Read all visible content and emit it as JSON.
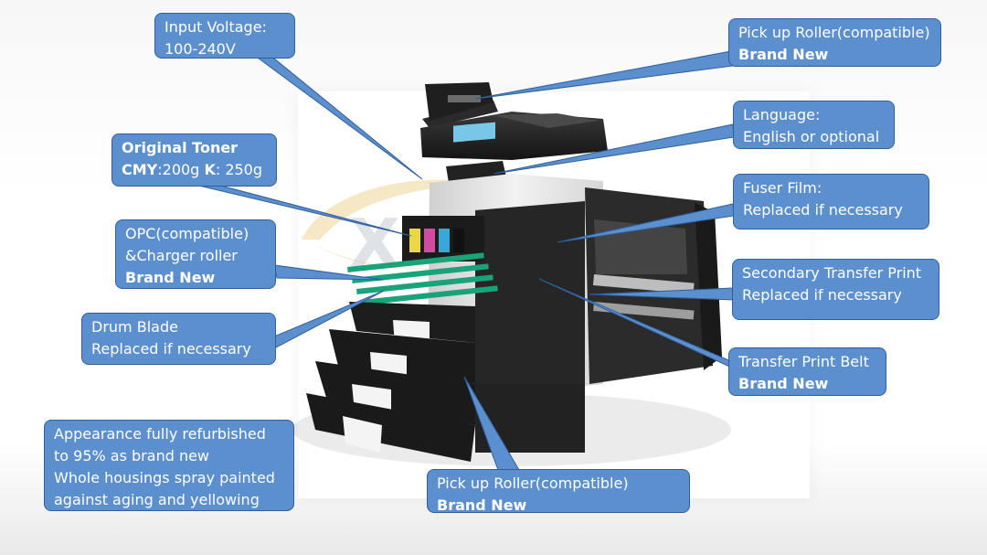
{
  "watermark": {
    "text": "XIN IN"
  },
  "colors": {
    "callout_fill": "#5b8fce",
    "callout_border": "#2f5f9c",
    "callout_text": "#ffffff",
    "machine_body": "#e8e8e8",
    "machine_dark": "#1c1c1c"
  },
  "callouts": {
    "input_voltage": {
      "line1": "Input Voltage:",
      "line2": "100-240V"
    },
    "pickup_roller_top": {
      "line1": "Pick up Roller(compatible)",
      "line2": "Brand New"
    },
    "language": {
      "line1": "Language:",
      "line2": "English or optional"
    },
    "original_toner": {
      "line1": "Original Toner",
      "cmy_label": "CMY",
      "cmy_value": ":200g",
      "k_label": "K",
      "k_value": ": 250g"
    },
    "fuser_film": {
      "line1": "Fuser Film:",
      "line2": "Replaced if necessary"
    },
    "opc": {
      "line1": "OPC(compatible)",
      "line2": "&Charger roller",
      "line3": "Brand New"
    },
    "secondary_transfer": {
      "line1": "Secondary Transfer Print",
      "line2": "Replaced if necessary"
    },
    "drum_blade": {
      "line1": "Drum Blade",
      "line2": "Replaced if necessary"
    },
    "transfer_belt": {
      "line1": "Transfer Print Belt",
      "line2": "Brand New"
    },
    "appearance": {
      "line1": "Appearance fully refurbished",
      "line2": "to 95% as brand new",
      "line3": "Whole housings spray painted",
      "line4": "against aging and yellowing"
    },
    "pickup_roller_bottom": {
      "line1": "Pick up Roller(compatible)",
      "line2": "Brand New"
    }
  }
}
